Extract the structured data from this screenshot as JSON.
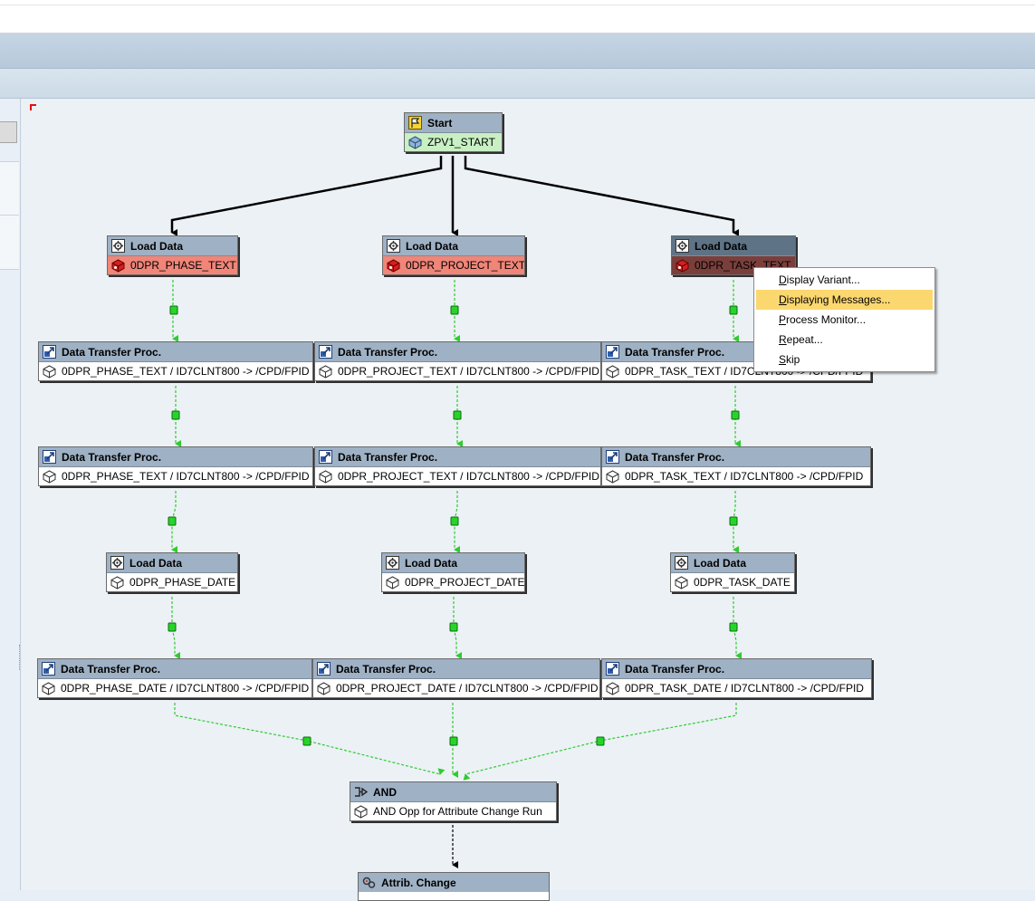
{
  "colors": {
    "start_body": "#c9f0c4",
    "error_body": "#f08578",
    "header": "#9fb1c4",
    "connector_ok": "#2ecc2e",
    "menu_highlight": "#fbd76f"
  },
  "nodes": {
    "start": {
      "header": "Start",
      "body": "ZPV1_START",
      "header_icon": "start-flag-icon",
      "body_icon": "process-chain-icon"
    },
    "load_phase_text": {
      "header": "Load Data",
      "body": "0DPR_PHASE_TEXT",
      "status": "error"
    },
    "load_project_text": {
      "header": "Load Data",
      "body": "0DPR_PROJECT_TEXT",
      "status": "error"
    },
    "load_task_text": {
      "header": "Load Data",
      "body": "0DPR_TASK_TEXT",
      "status": "error-selected"
    },
    "dtp_phase_text_1": {
      "header": "Data Transfer Proc.",
      "body": "0DPR_PHASE_TEXT / ID7CLNT800 -> /CPD/FPID"
    },
    "dtp_project_text_1": {
      "header": "Data Transfer Proc.",
      "body": "0DPR_PROJECT_TEXT / ID7CLNT800 -> /CPD/FPID"
    },
    "dtp_task_text_1": {
      "header": "Data Transfer Proc.",
      "body": "0DPR_TASK_TEXT / ID7CLNT800 -> /CPD/FPID"
    },
    "dtp_phase_text_2": {
      "header": "Data Transfer Proc.",
      "body": "0DPR_PHASE_TEXT / ID7CLNT800 -> /CPD/FPID"
    },
    "dtp_project_text_2": {
      "header": "Data Transfer Proc.",
      "body": "0DPR_PROJECT_TEXT / ID7CLNT800 -> /CPD/FPID"
    },
    "dtp_task_text_2": {
      "header": "Data Transfer Proc.",
      "body": "0DPR_TASK_TEXT / ID7CLNT800 -> /CPD/FPID"
    },
    "load_phase_date": {
      "header": "Load Data",
      "body": "0DPR_PHASE_DATE"
    },
    "load_project_date": {
      "header": "Load Data",
      "body": "0DPR_PROJECT_DATE"
    },
    "load_task_date": {
      "header": "Load Data",
      "body": "0DPR_TASK_DATE"
    },
    "dtp_phase_date": {
      "header": "Data Transfer Proc.",
      "body": "0DPR_PHASE_DATE / ID7CLNT800 -> /CPD/FPID"
    },
    "dtp_project_date": {
      "header": "Data Transfer Proc.",
      "body": "0DPR_PROJECT_DATE / ID7CLNT800 -> /CPD/FPID"
    },
    "dtp_task_date": {
      "header": "Data Transfer Proc.",
      "body": "0DPR_TASK_DATE / ID7CLNT800 -> /CPD/FPID"
    },
    "and": {
      "header": "AND",
      "body": "AND Opp for Attribute Change Run"
    },
    "attrib_change": {
      "header": "Attrib. Change"
    }
  },
  "context_menu": {
    "items": [
      {
        "mnemonic": "D",
        "rest": "isplay Variant..."
      },
      {
        "mnemonic": "D",
        "rest": "isplaying Messages...",
        "highlighted": true
      },
      {
        "mnemonic": "P",
        "rest": "rocess Monitor..."
      },
      {
        "mnemonic": "R",
        "rest": "epeat..."
      },
      {
        "mnemonic": "S",
        "rest": "kip"
      }
    ]
  }
}
